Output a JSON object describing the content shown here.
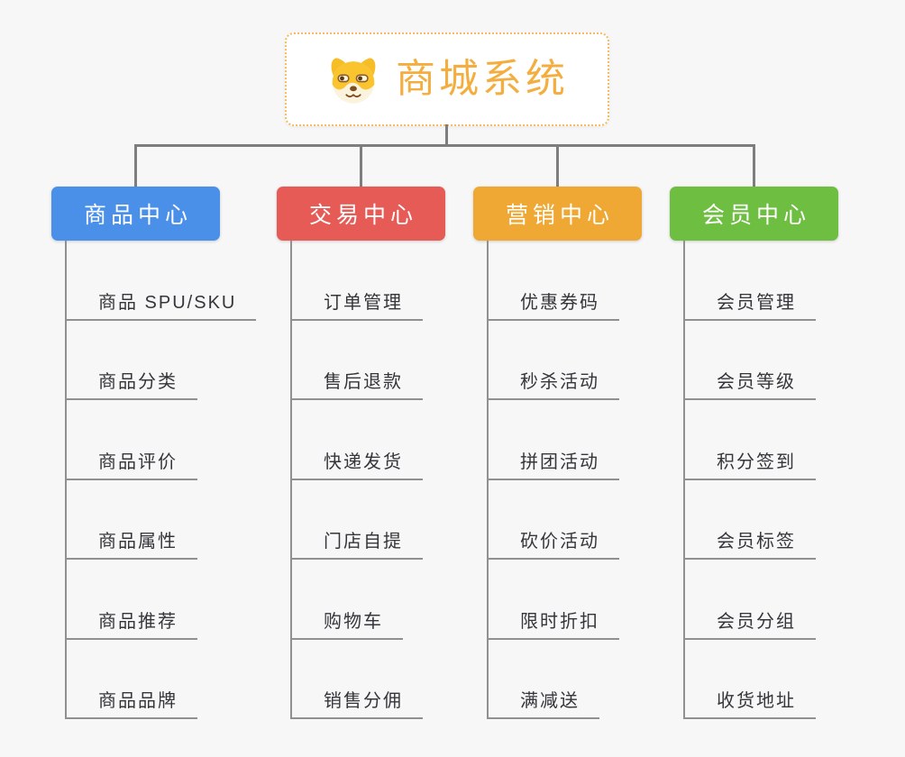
{
  "root": {
    "title": "商城系统",
    "icon": "dog-face-icon"
  },
  "colors": {
    "background": "#f7f7f8",
    "connector": "#7e7e7e",
    "child_line": "#909090",
    "root_border": "#f5bb60",
    "root_text": "#f3ae3f",
    "child_text": "#35353a"
  },
  "branches": [
    {
      "label": "商品中心",
      "color": "#4a90e9",
      "items": [
        "商品 SPU/SKU",
        "商品分类",
        "商品评价",
        "商品属性",
        "商品推荐",
        "商品品牌"
      ]
    },
    {
      "label": "交易中心",
      "color": "#e65b56",
      "items": [
        "订单管理",
        "售后退款",
        "快递发货",
        "门店自提",
        "购物车",
        "销售分佣"
      ]
    },
    {
      "label": "营销中心",
      "color": "#efa834",
      "items": [
        "优惠券码",
        "秒杀活动",
        "拼团活动",
        "砍价活动",
        "限时折扣",
        "满减送"
      ]
    },
    {
      "label": "会员中心",
      "color": "#6ebe42",
      "items": [
        "会员管理",
        "会员等级",
        "积分签到",
        "会员标签",
        "会员分组",
        "收货地址"
      ]
    }
  ]
}
